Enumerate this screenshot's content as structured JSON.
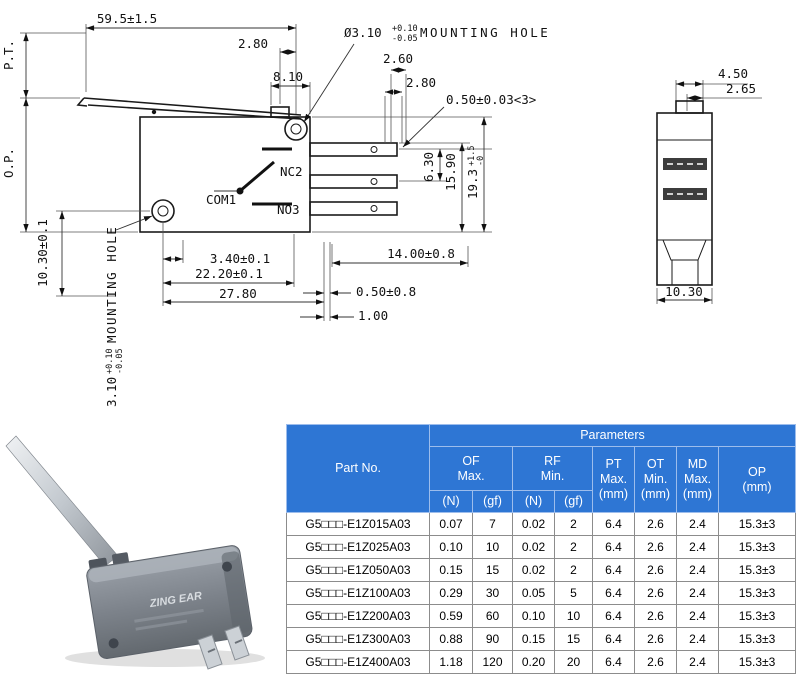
{
  "drawing": {
    "labels": {
      "lever_length": "59.5±1.5",
      "dim_2_80_top": "2.80",
      "pt_axis": "P.T.",
      "dim_8_10": "8.10",
      "hole_dia": "Ø3.10",
      "hole_tol_plus": "+0.10",
      "hole_tol_minus": "-0.05",
      "hole_text": "MOUNTING HOLE",
      "dim_2_60": "2.60",
      "dim_2_80_right": "2.80",
      "dim_0_50_03": "0.50±0.03<3>",
      "dim_4_50": "4.50",
      "dim_2_65": "2.65",
      "op_axis": "O.P.",
      "terminal_nc": "NC2",
      "terminal_com": "COM1",
      "terminal_no": "NO3",
      "dim_6_30": "6.30",
      "dim_15_90": "15.90",
      "dim_19_3": "19.3",
      "dim_19_3_tol_plus": "+1.5",
      "dim_19_3_tol_minus": "-0",
      "dim_3_40": "3.40±0.1",
      "dim_14_00": "14.00±0.8",
      "dim_22_20": "22.20±0.1",
      "dim_27_80": "27.80",
      "dim_0_50_8": "0.50±0.8",
      "dim_1_00": "1.00",
      "dim_10_30_left": "10.30±0.1",
      "side_hole_dia": "3.10",
      "side_hole_tol_plus": "+0.10",
      "side_hole_tol_minus": "-0.05",
      "side_hole_text": "MOUNTING HOLE",
      "dim_10_30_side": "10.30"
    }
  },
  "photo": {
    "brand": "ZING EAR"
  },
  "table": {
    "headers": {
      "part_no": "Part No.",
      "parameters": "Parameters",
      "of": "OF\nMax.",
      "rf": "RF\nMin.",
      "pt": "PT\nMax.\n(mm)",
      "ot": "OT\nMin.\n(mm)",
      "md": "MD\nMax.\n(mm)",
      "op": "OP\n(mm)",
      "unit_n_1": "(N)",
      "unit_gf_1": "(gf)",
      "unit_n_2": "(N)",
      "unit_gf_2": "(gf)"
    },
    "rows": [
      {
        "part": "G5□□□-E1Z015A03",
        "of_n": "0.07",
        "of_gf": "7",
        "rf_n": "0.02",
        "rf_gf": "2",
        "pt": "6.4",
        "ot": "2.6",
        "md": "2.4",
        "op": "15.3±3"
      },
      {
        "part": "G5□□□-E1Z025A03",
        "of_n": "0.10",
        "of_gf": "10",
        "rf_n": "0.02",
        "rf_gf": "2",
        "pt": "6.4",
        "ot": "2.6",
        "md": "2.4",
        "op": "15.3±3"
      },
      {
        "part": "G5□□□-E1Z050A03",
        "of_n": "0.15",
        "of_gf": "15",
        "rf_n": "0.02",
        "rf_gf": "2",
        "pt": "6.4",
        "ot": "2.6",
        "md": "2.4",
        "op": "15.3±3"
      },
      {
        "part": "G5□□□-E1Z100A03",
        "of_n": "0.29",
        "of_gf": "30",
        "rf_n": "0.05",
        "rf_gf": "5",
        "pt": "6.4",
        "ot": "2.6",
        "md": "2.4",
        "op": "15.3±3"
      },
      {
        "part": "G5□□□-E1Z200A03",
        "of_n": "0.59",
        "of_gf": "60",
        "rf_n": "0.10",
        "rf_gf": "10",
        "pt": "6.4",
        "ot": "2.6",
        "md": "2.4",
        "op": "15.3±3"
      },
      {
        "part": "G5□□□-E1Z300A03",
        "of_n": "0.88",
        "of_gf": "90",
        "rf_n": "0.15",
        "rf_gf": "15",
        "pt": "6.4",
        "ot": "2.6",
        "md": "2.4",
        "op": "15.3±3"
      },
      {
        "part": "G5□□□-E1Z400A03",
        "of_n": "1.18",
        "of_gf": "120",
        "rf_n": "0.20",
        "rf_gf": "20",
        "pt": "6.4",
        "ot": "2.6",
        "md": "2.4",
        "op": "15.3±3"
      }
    ],
    "colors": {
      "header_bg": "#2e76d4",
      "header_text": "#ffffff",
      "border": "#8c8c8c"
    }
  }
}
